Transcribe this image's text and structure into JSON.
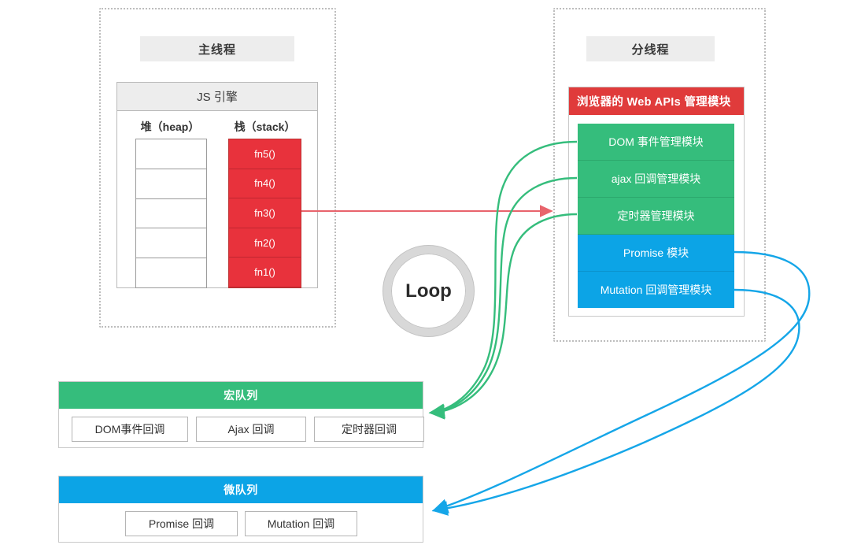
{
  "diagram": {
    "title": "JavaScript Event Loop",
    "colors": {
      "green": "#35bd7c",
      "blue": "#0ca4e6",
      "red": "#e03b3b",
      "stack_red": "#e8323c",
      "band_grey": "#ededed",
      "border_grey": "#bdbdbd"
    }
  },
  "main_thread": {
    "title": "主线程",
    "engine": {
      "title": "JS 引擎",
      "heap": {
        "label": "堆（heap）",
        "cells": [
          "",
          "",
          "",
          "",
          ""
        ]
      },
      "stack": {
        "label": "栈（stack）",
        "frames": [
          "fn5()",
          "fn4()",
          "fn3()",
          "fn2()",
          "fn1()"
        ]
      }
    }
  },
  "worker_thread": {
    "title": "分线程",
    "web_apis": {
      "title": "浏览器的 Web APIs 管理模块",
      "modules": [
        {
          "label": "DOM 事件管理模块",
          "type": "macro"
        },
        {
          "label": "ajax 回调管理模块",
          "type": "macro"
        },
        {
          "label": "定时器管理模块",
          "type": "macro"
        },
        {
          "label": "Promise 模块",
          "type": "micro"
        },
        {
          "label": "Mutation 回调管理模块",
          "type": "micro"
        }
      ]
    }
  },
  "loop": {
    "label": "Loop"
  },
  "macro_queue": {
    "title": "宏队列",
    "items": [
      "DOM事件回调",
      "Ajax 回调",
      "定时器回调"
    ]
  },
  "micro_queue": {
    "title": "微队列",
    "items": [
      "Promise 回调",
      "Mutation 回调"
    ]
  },
  "arrows": {
    "call_arrow": {
      "name": "stack-to-webapi-arrow",
      "color": "#e8646c"
    },
    "macro_arrows": {
      "name": "webapi-to-macro-queue-arrows",
      "color": "#35bd7c",
      "count": 3
    },
    "micro_arrows": {
      "name": "webapi-to-micro-queue-arrows",
      "color": "#0ca4e6",
      "count": 2
    }
  }
}
